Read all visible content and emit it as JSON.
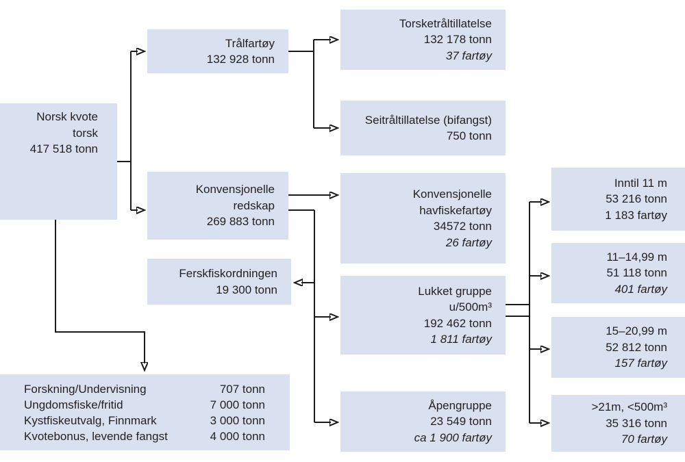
{
  "colors": {
    "box_fill": "#d9e1f1",
    "text": "#231f20",
    "line": "#1a1a1a",
    "background": "#ffffff"
  },
  "nodes": {
    "norsk_kvote": {
      "lines": [
        "Norsk kvote",
        "torsk",
        "417 518 tonn"
      ]
    },
    "tralfartoy": {
      "lines": [
        "Trålfartøy",
        "132 928 tonn"
      ]
    },
    "torsketraltillatelse": {
      "lines": [
        "Torsketråltillatelse",
        "132 178 tonn",
        "37 fartøy"
      ]
    },
    "seitraltillatelse": {
      "lines": [
        "Seitråltillatelse (bifangst)",
        "750 tonn"
      ]
    },
    "konvensjonelle_redskap": {
      "lines": [
        "Konvensjonelle",
        "redskap",
        "269 883 tonn"
      ]
    },
    "konvensjonelle_havfiskefartoy": {
      "lines": [
        "Konvensjonelle",
        "havfiskefartøy",
        "34572 tonn",
        "26 fartøy"
      ]
    },
    "ferskfiskordningen": {
      "lines": [
        "Ferskfiskordningen",
        "19 300 tonn"
      ]
    },
    "lukket_gruppe": {
      "lines": [
        "Lukket gruppe",
        "u/500m³",
        "192 462 tonn",
        "1 811 fartøy"
      ]
    },
    "apengruppe": {
      "lines": [
        "Åpengruppe",
        "23 549 tonn",
        "ca 1 900 fartøy"
      ]
    },
    "inntil_11m": {
      "lines": [
        "Inntil 11 m",
        "53 216 tonn",
        "1 183 fartøy"
      ]
    },
    "m_11_1499": {
      "lines": [
        "11–14,99 m",
        "51 118 tonn",
        "401 fartøy"
      ]
    },
    "m_15_2099": {
      "lines": [
        "15–20,99 m",
        "52 812 tonn",
        "157 fartøy"
      ]
    },
    "over_21m": {
      "lines": [
        ">21m, <500m³",
        "35 316 tonn",
        "70 fartøy"
      ]
    }
  },
  "allocations": {
    "rows": [
      {
        "label": "Forskning/Undervisning",
        "value": "707 tonn"
      },
      {
        "label": "Ungdomsfiske/fritid",
        "value": "7 000 tonn"
      },
      {
        "label": "Kystfiskeutvalg, Finnmark",
        "value": "3 000 tonn"
      },
      {
        "label": "Kvotebonus, levende fangst",
        "value": "4 000 tonn"
      }
    ]
  }
}
